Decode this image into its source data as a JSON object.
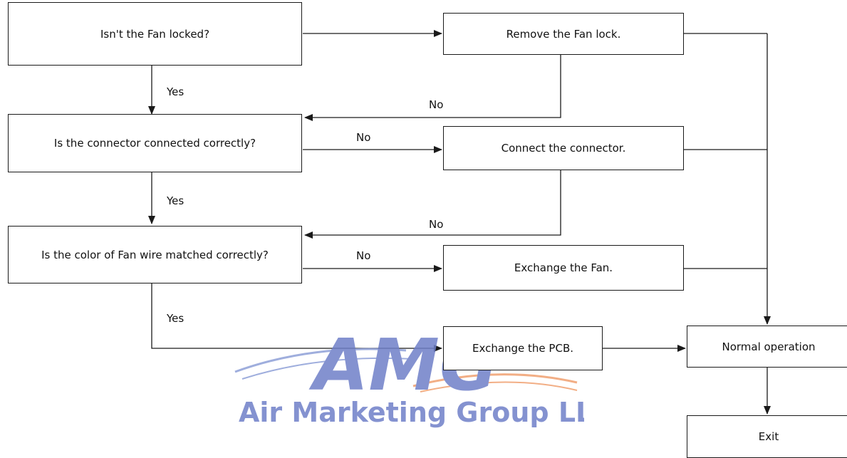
{
  "nodes": {
    "q1": "Isn't the Fan locked?",
    "q2": "Is the connector connected correctly?",
    "q3": "Is the color of Fan wire matched correctly?",
    "a1": "Remove the Fan lock.",
    "a2": "Connect the connector.",
    "a3": "Exchange the Fan.",
    "a4": "Exchange the PCB.",
    "normal": "Normal operation",
    "exit": "Exit"
  },
  "edges": {
    "yes1": "Yes",
    "yes2": "Yes",
    "yes3": "Yes",
    "no_back1": "No",
    "no_right2": "No",
    "no_back2": "No",
    "no_right3": "No"
  },
  "watermark": {
    "text": "Air Marketing Group LLC",
    "colors": {
      "blue": "#6f7fc8",
      "blue_dark": "#5a6bb8",
      "orange": "#f0a070"
    }
  }
}
